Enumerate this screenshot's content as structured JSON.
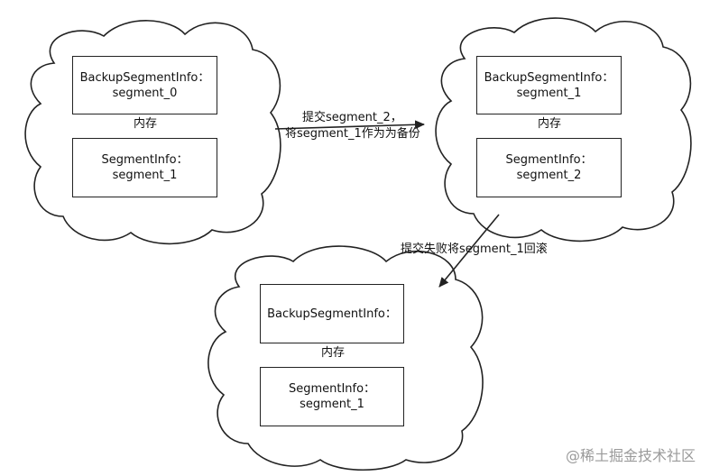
{
  "clouds": [
    {
      "id": "left",
      "backup_box": {
        "line1": "BackupSegmentInfo：",
        "line2": "segment_0"
      },
      "memory_label": "内存",
      "segment_box": {
        "line1": "SegmentInfo：",
        "line2": "segment_1"
      }
    },
    {
      "id": "right",
      "backup_box": {
        "line1": "BackupSegmentInfo：",
        "line2": "segment_1"
      },
      "memory_label": "内存",
      "segment_box": {
        "line1": "SegmentInfo：",
        "line2": "segment_2"
      }
    },
    {
      "id": "bottom",
      "backup_box": {
        "line1": "BackupSegmentInfo：",
        "line2": ""
      },
      "memory_label": "内存",
      "segment_box": {
        "line1": "SegmentInfo：",
        "line2": "segment_1"
      }
    }
  ],
  "arrows": {
    "commit": {
      "line1": "提交segment_2，",
      "line2": "将segment_1作为为备份"
    },
    "rollback": {
      "label": "提交失败将segment_1回滚"
    }
  },
  "watermark": "@稀土掘金技术社区",
  "colors": {
    "stroke": "#222222",
    "text": "#111111",
    "watermark": "#9a9a9a"
  }
}
